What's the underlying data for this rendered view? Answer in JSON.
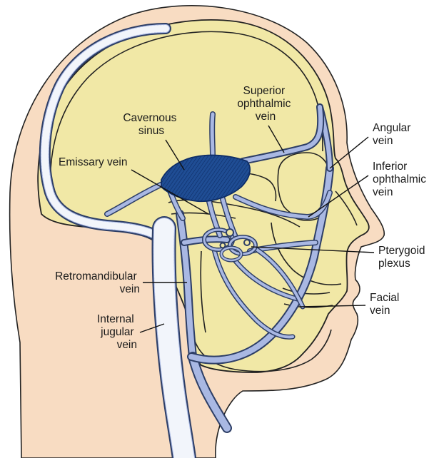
{
  "colors": {
    "skin": "#f8dcc2",
    "skull": "#f1e8a6",
    "vein": "#a9b8e3",
    "vein_outline": "#2d3e66",
    "sinus": "#1f4d94",
    "line": "#1a1a1a"
  },
  "labels": {
    "cavernous_sinus": [
      "Cavernous",
      "sinus"
    ],
    "superior_ophthalmic_vein": [
      "Superior",
      "ophthalmic",
      "vein"
    ],
    "angular_vein": [
      "Angular",
      "vein"
    ],
    "emissary_vein": [
      "Emissary vein"
    ],
    "inferior_ophthalmic_vein": [
      "Inferior",
      "ophthalmic",
      "vein"
    ],
    "pterygoid_plexus": [
      "Pterygoid",
      "plexus"
    ],
    "retromandibular_vein": [
      "Retromandibular",
      "vein"
    ],
    "internal_jugular_vein": [
      "Internal",
      "jugular",
      "vein"
    ],
    "facial_vein": [
      "Facial",
      "vein"
    ]
  }
}
